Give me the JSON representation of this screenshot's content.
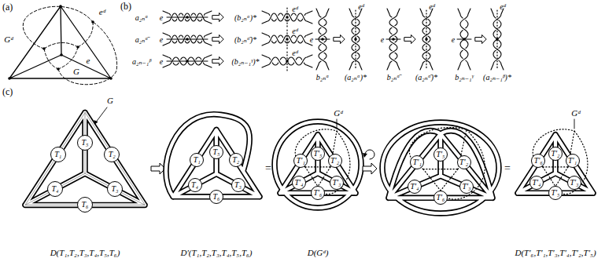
{
  "diagram": {
    "nodes": [
      {
        "text": [
          "T₁"
        ]
      },
      {
        "text": [
          "T₂"
        ]
      },
      {
        "text": [
          "T₃"
        ]
      },
      {
        "text": [
          "T₄"
        ]
      },
      {
        "text": [
          "T₅"
        ]
      },
      {
        "text": [
          "T₆"
        ]
      },
      {
        "text": [
          "T₁"
        ]
      },
      {
        "text": [
          "T₂"
        ]
      },
      {
        "text": [
          "T₃"
        ]
      },
      {
        "text": [
          "T₄"
        ]
      },
      {
        "text": [
          "T₅"
        ]
      },
      {
        "text": [
          "T₆"
        ]
      },
      {
        "text": [
          "T′₁"
        ]
      },
      {
        "text": [
          "T′₂"
        ]
      },
      {
        "text": [
          "T′₃"
        ]
      },
      {
        "text": [
          "T′₄"
        ]
      },
      {
        "text": [
          "T′₅"
        ]
      },
      {
        "text": [
          "T′₆"
        ]
      },
      {
        "text": [
          "T′₁"
        ]
      },
      {
        "text": [
          "T′₂"
        ]
      },
      {
        "text": [
          "T′₃"
        ]
      },
      {
        "text": [
          "T′₄"
        ]
      },
      {
        "text": [
          "T′₅"
        ]
      },
      {
        "text": [
          "T′₆"
        ]
      },
      {
        "text": [
          "T′₆"
        ]
      },
      {
        "text": [
          "T′₁"
        ]
      },
      {
        "text": [
          "T′₃"
        ]
      },
      {
        "text": [
          "T′₄"
        ]
      },
      {
        "text": [
          "T′₂"
        ]
      },
      {
        "text": [
          "T′₅"
        ]
      }
    ],
    "labels": [
      "(a)",
      "eᵈ",
      "Gᵈ",
      "e",
      "G",
      "(b)",
      "a₂ₙᵅ",
      "e",
      "(b₂ₙᵅ)*",
      "eᵈ",
      "a₂ₙᵅ̄",
      "e",
      "(b₂ₙᵅ̄)*",
      "eᵈ",
      "a₂ₙ₋₁ᵝ",
      "e",
      "(b₂ₙ₋₁ᵞ)*",
      "eᵈ",
      "e",
      "eᵈ",
      "b₂ₙᵅ",
      "(a₂ₙᵅ)*",
      "e",
      "eᵈ",
      "b₂ₙᵅ̄",
      "(a₂ₙᵅ̄)*",
      "e",
      "eᵈ",
      "b₂ₙ₋₁ᵞ",
      "(a₂ₙ₋₁ᵝ)*",
      "(c)",
      "G",
      "D(T₁,T₂,T₃,T₄,T₅,T₆)",
      "D′(T₁,T₂,T₃,T₄,T₅,T₆)",
      "=",
      "Gᵈ",
      "D(Gᵈ)",
      "=",
      "Gᵈ",
      "D(T′₆,T′₁,T′₃,T′₄,T′₂,T′₅)"
    ]
  }
}
